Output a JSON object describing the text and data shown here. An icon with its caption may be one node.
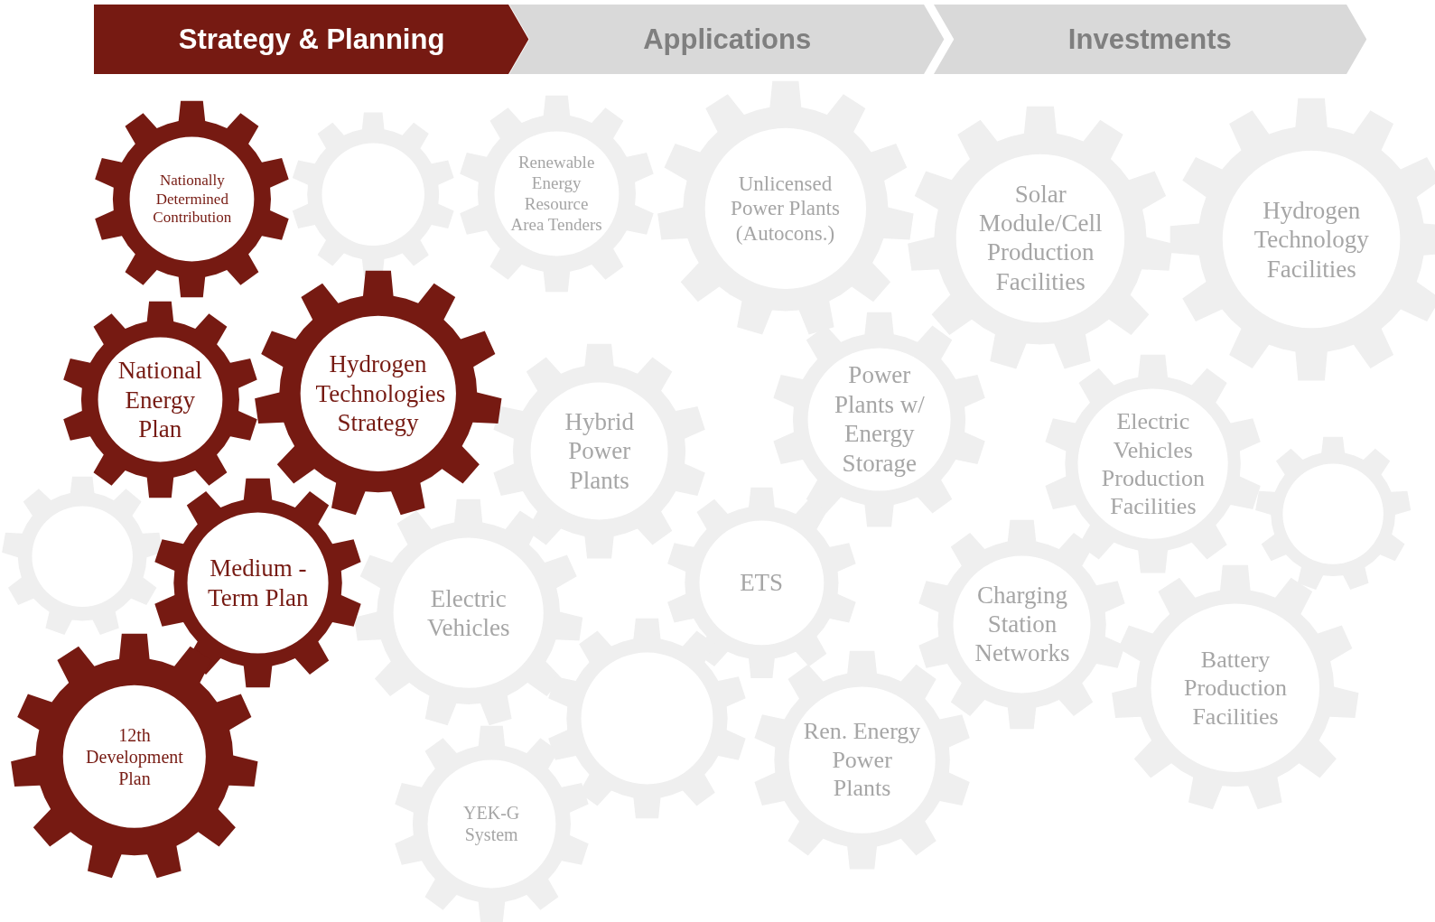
{
  "diagram": {
    "nodes": [
      {
        "text": [
          "Strategy & Planning"
        ]
      },
      {
        "text": [
          "Applications"
        ]
      },
      {
        "text": [
          "Investments"
        ]
      },
      {
        "text": [
          "Nationally Determined Contribution"
        ]
      },
      {
        "text": [],
        "shape": "gear"
      },
      {
        "text": [
          "Renewable Energy Resource Area Tenders"
        ]
      },
      {
        "text": [
          "Unlicensed Power Plants (Autocons.)"
        ]
      },
      {
        "text": [
          "Solar Module/Cell Production Facilities"
        ]
      },
      {
        "text": [
          "Hydrogen Technology Facilities"
        ]
      },
      {
        "text": [
          "National Energy Plan"
        ]
      },
      {
        "text": [
          "Hydrogen Technologies Strategy"
        ]
      },
      {
        "text": [
          "Hybrid Power Plants"
        ]
      },
      {
        "text": [
          "Power Plants w/ Energy Storage"
        ]
      },
      {
        "text": [
          "Electric Vehicles Production Facilities"
        ]
      },
      {
        "text": [],
        "shape": "gear"
      },
      {
        "text": [],
        "shape": "gear"
      },
      {
        "text": [
          "Medium -Term Plan"
        ]
      },
      {
        "text": [
          "Electric Vehicles"
        ]
      },
      {
        "text": [
          "ETS"
        ]
      },
      {
        "text": [
          "Charging Station Networks"
        ]
      },
      {
        "text": [
          "Battery Production Facilities"
        ]
      },
      {
        "text": [
          "12th Development Plan"
        ]
      },
      {
        "text": [],
        "shape": "gear"
      },
      {
        "text": [
          "Ren. Energy Power Plants"
        ]
      },
      {
        "text": [
          "YEK-G System"
        ]
      }
    ]
  }
}
